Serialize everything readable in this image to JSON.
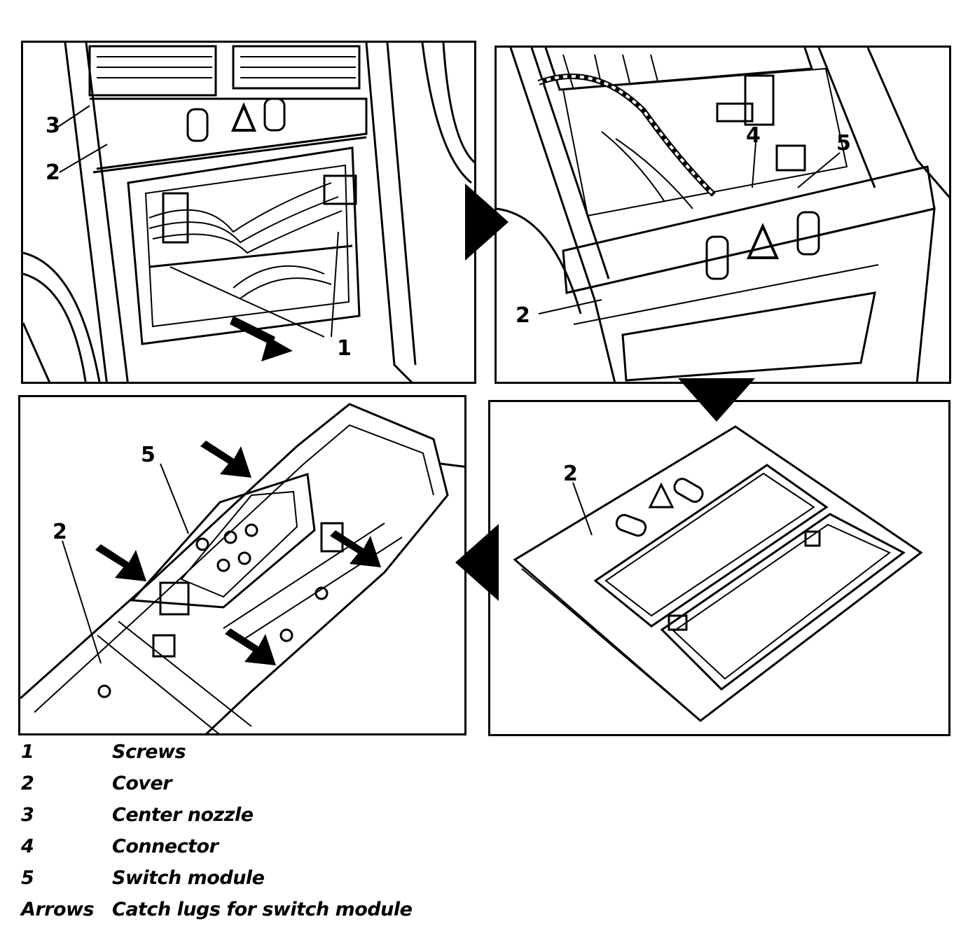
{
  "panels": {
    "top_left": {
      "callouts": [
        "3",
        "2",
        "1"
      ]
    },
    "top_right": {
      "callouts": [
        "4",
        "5",
        "2"
      ]
    },
    "bottom_left": {
      "callouts": [
        "5",
        "2"
      ]
    },
    "bottom_right": {
      "callouts": [
        "2"
      ]
    }
  },
  "legend": [
    {
      "key": "1",
      "label": "Screws"
    },
    {
      "key": "2",
      "label": "Cover"
    },
    {
      "key": "3",
      "label": "Center nozzle"
    },
    {
      "key": "4",
      "label": "Connector"
    },
    {
      "key": "5",
      "label": "Switch module"
    },
    {
      "key": "Arrows",
      "label": "Catch lugs for switch module"
    }
  ],
  "colors": {
    "ink": "#000000",
    "paper": "#ffffff"
  }
}
